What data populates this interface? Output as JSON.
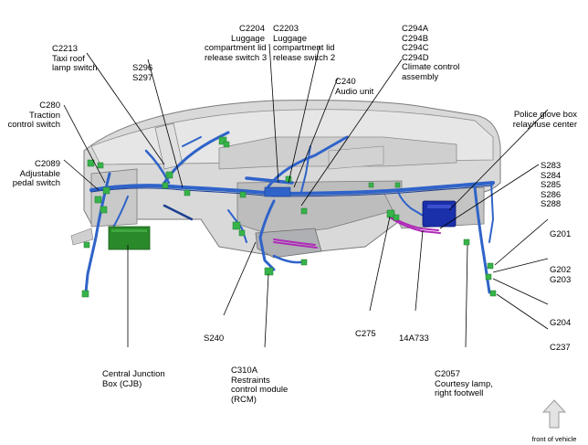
{
  "labels": {
    "c2213": [
      "C2213",
      "Taxi roof",
      "lamp switch"
    ],
    "c2204": [
      "C2204",
      "Luggage",
      "compartment lid",
      "release switch 3"
    ],
    "c2203": [
      "C2203",
      "Luggage",
      "compartment lid",
      "release switch 2"
    ],
    "c294": [
      "C294A",
      "C294B",
      "C294C",
      "C294D",
      "Climate control",
      "assembly"
    ],
    "s296": [
      "S296",
      "S297"
    ],
    "c240": [
      "C240",
      "Audio unit"
    ],
    "c280": [
      "C280",
      "Traction",
      "control switch"
    ],
    "police": [
      "Police glove box",
      "relay/fuse center"
    ],
    "c2089": [
      "C2089",
      "Adjustable",
      "pedal switch"
    ],
    "s283": [
      "S283",
      "S284",
      "S285",
      "S286",
      "S288"
    ],
    "g201": [
      "G201"
    ],
    "g202": [
      "G202",
      "G203"
    ],
    "g204": [
      "G204"
    ],
    "g237": [
      "C237"
    ],
    "s240": [
      "S240"
    ],
    "c275": [
      "C275"
    ],
    "w14a733": [
      "14A733"
    ],
    "cjb": [
      "Central Junction",
      "Box (CJB)"
    ],
    "c310a": [
      "C310A",
      "Restraints",
      "control module",
      "(RCM)"
    ],
    "c2057": [
      "C2057",
      "Courtesy lamp,",
      "right footwell"
    ]
  },
  "orientation": {
    "label": "front of vehicle"
  },
  "colors": {
    "harness": "#2f63c9",
    "harness_dark": "#1d3f8f",
    "connector": "#37b34a",
    "cjb": "#2a8a2a",
    "climate_module": "#1a2faa",
    "wire_14a733": "#b02ab8",
    "panel": "#c8c8c8",
    "panel_edge": "#7a7a7a"
  }
}
